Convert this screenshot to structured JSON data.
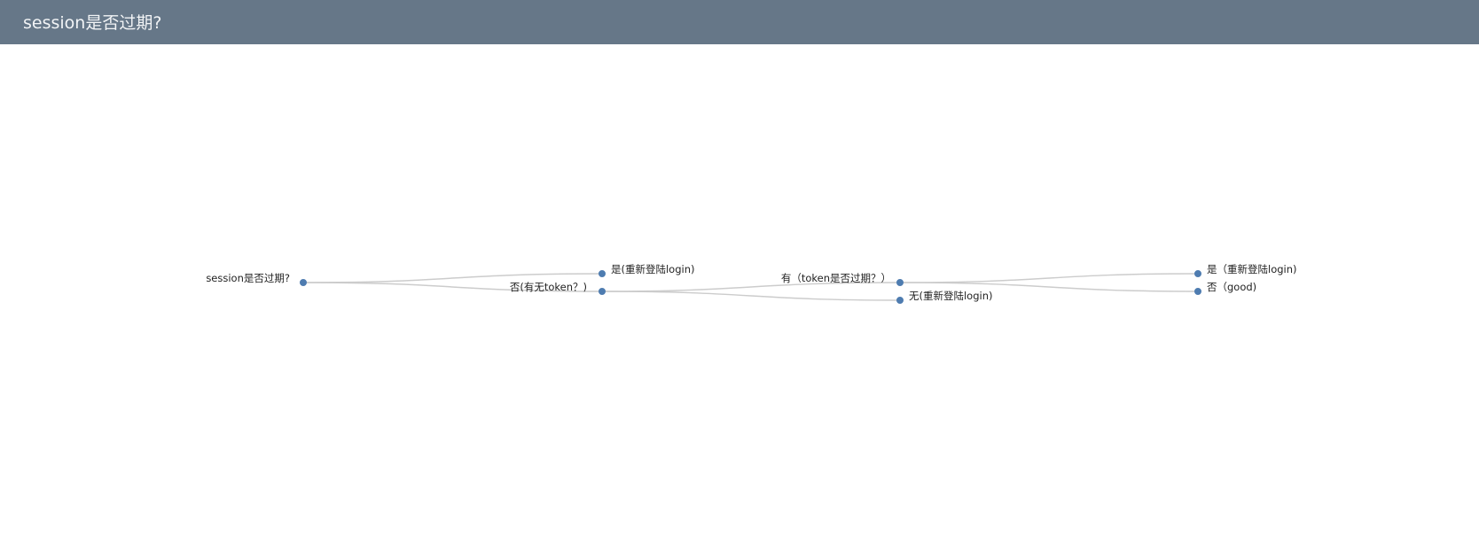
{
  "header": {
    "title": "session是否过期?"
  },
  "tree": {
    "name": "session是否过期?",
    "children": [
      {
        "name": "是(重新登陆login)"
      },
      {
        "name": "否(有无token？)",
        "children": [
          {
            "name": "有（token是否过期？）",
            "children": [
              {
                "name": "是（重新登陆login)"
              },
              {
                "name": "否（good)"
              }
            ]
          },
          {
            "name": "无(重新登陆login)"
          }
        ]
      }
    ]
  },
  "colors": {
    "header_bg": "#667788",
    "node_fill": "#4e7cb0",
    "link_stroke": "#cccccc"
  }
}
